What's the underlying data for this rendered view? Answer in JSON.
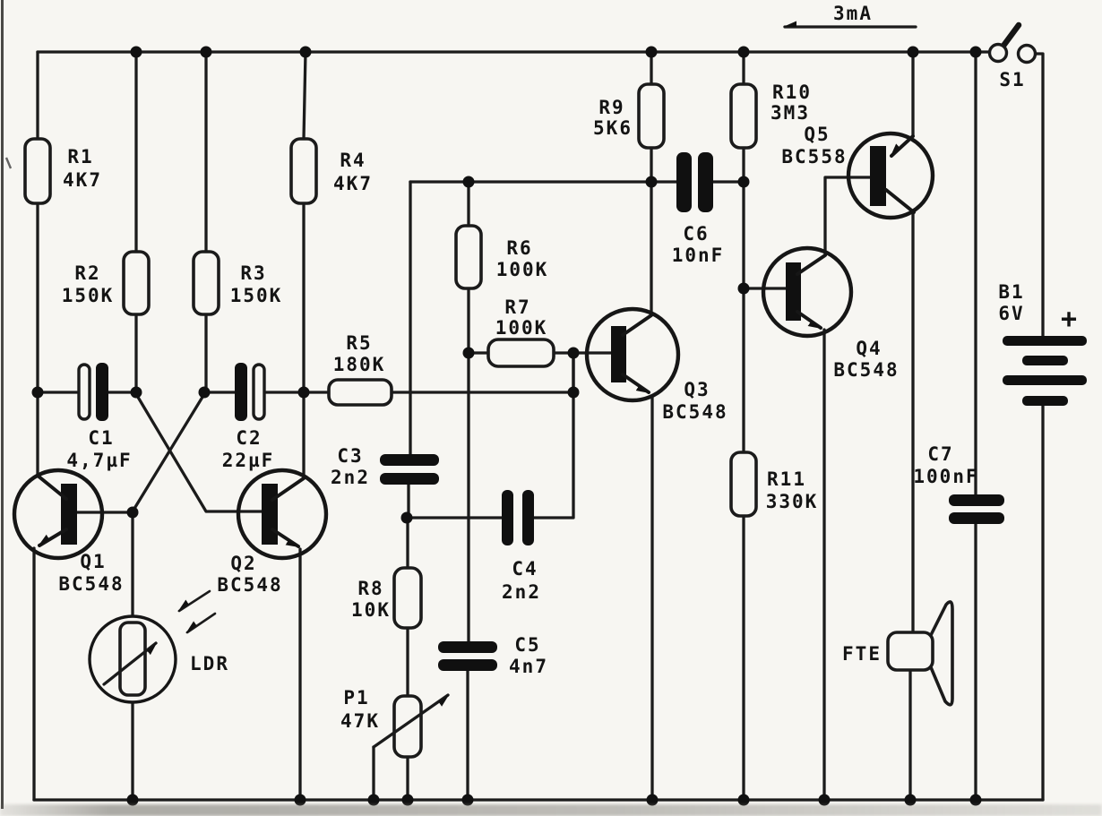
{
  "colors": {
    "ink": "#1b1b1b",
    "paper": "#f7f6f2"
  },
  "annotations": {
    "current_label": "3mA",
    "battery_plus": "+"
  },
  "components": {
    "r1": {
      "ref": "R1",
      "value": "4K7"
    },
    "r2": {
      "ref": "R2",
      "value": "150K"
    },
    "r3": {
      "ref": "R3",
      "value": "150K"
    },
    "r4": {
      "ref": "R4",
      "value": "4K7"
    },
    "r5": {
      "ref": "R5",
      "value": "180K"
    },
    "r6": {
      "ref": "R6",
      "value": "100K"
    },
    "r7": {
      "ref": "R7",
      "value": "100K"
    },
    "r8": {
      "ref": "R8",
      "value": "10K"
    },
    "r9": {
      "ref": "R9",
      "value": "5K6"
    },
    "r10": {
      "ref": "R10",
      "value": "3M3"
    },
    "r11": {
      "ref": "R11",
      "value": "330K"
    },
    "p1": {
      "ref": "P1",
      "value": "47K"
    },
    "c1": {
      "ref": "C1",
      "value": "4,7µF"
    },
    "c2": {
      "ref": "C2",
      "value": "22µF"
    },
    "c3": {
      "ref": "C3",
      "value": "2n2"
    },
    "c4": {
      "ref": "C4",
      "value": "2n2"
    },
    "c5": {
      "ref": "C5",
      "value": "4n7"
    },
    "c6": {
      "ref": "C6",
      "value": "10nF"
    },
    "c7": {
      "ref": "C7",
      "value": "100nF"
    },
    "q1": {
      "ref": "Q1",
      "value": "BC548"
    },
    "q2": {
      "ref": "Q2",
      "value": "BC548"
    },
    "q3": {
      "ref": "Q3",
      "value": "BC548"
    },
    "q4": {
      "ref": "Q4",
      "value": "BC548"
    },
    "q5": {
      "ref": "Q5",
      "value": "BC558"
    },
    "ldr": {
      "ref": "LDR"
    },
    "fte": {
      "ref": "FTE"
    },
    "b1": {
      "ref": "B1",
      "value": "6V"
    },
    "s1": {
      "ref": "S1"
    }
  }
}
